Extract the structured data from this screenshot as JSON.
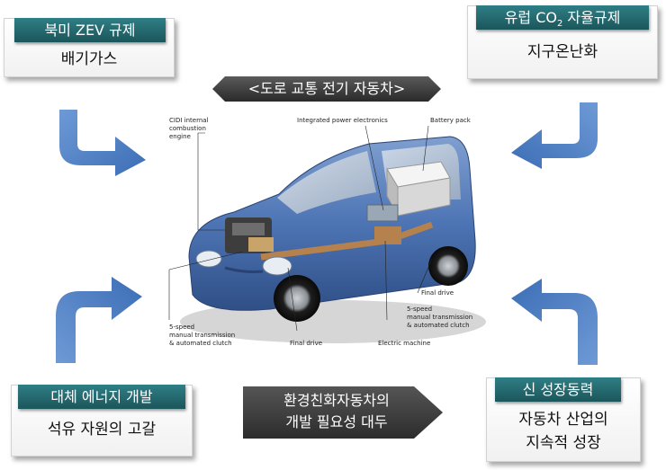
{
  "top_left": {
    "tab": "북미 ZEV 규제",
    "text": "배기가스"
  },
  "top_right": {
    "tab_prefix": "유럽 CO",
    "tab_sub": "2",
    "tab_suffix": " 자율규제",
    "text": "지구온난화"
  },
  "bottom_left": {
    "tab": "대체 에너지 개발",
    "text": "석유 자원의 고갈"
  },
  "bottom_right": {
    "tab": "신 성장동력",
    "text_line1": "자동차 산업의",
    "text_line2": "지속적 성장"
  },
  "title": "<도로 교통 전기 자동차>",
  "center": {
    "line1": "환경친화자동차의",
    "line2": "개발 필요성 대두"
  },
  "car_labels": {
    "engine_1": "CIDI internal",
    "engine_2": "combustion",
    "engine_3": "engine",
    "power_electronics": "Integrated power electronics",
    "battery": "Battery pack",
    "final_drive_right": "Final drive",
    "trans_right_1": "5-speed",
    "trans_right_2": "manual transmission",
    "trans_right_3": "& automated clutch",
    "trans_left_1": "5-speed",
    "trans_left_2": "manual transmission",
    "trans_left_3": "& automated clutch",
    "final_drive_left": "Final drive",
    "electric_machine": "Electric machine"
  },
  "colors": {
    "tab": "#23676d",
    "arrow": "#4a7fc4",
    "banner": "#3a3a3a",
    "car_body": "#4d74b4"
  }
}
